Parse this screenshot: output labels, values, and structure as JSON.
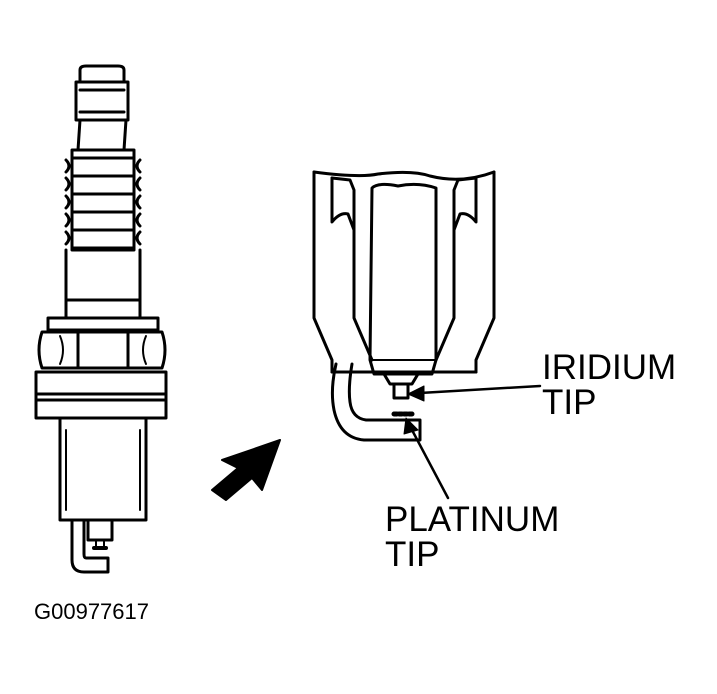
{
  "labels": {
    "iridium_line1": "IRIDIUM",
    "iridium_line2": "TIP",
    "platinum_line1": "PLATINUM",
    "platinum_line2": "TIP",
    "figure_code": "G00977617"
  },
  "colors": {
    "ink": "#000000",
    "paper": "#ffffff"
  }
}
